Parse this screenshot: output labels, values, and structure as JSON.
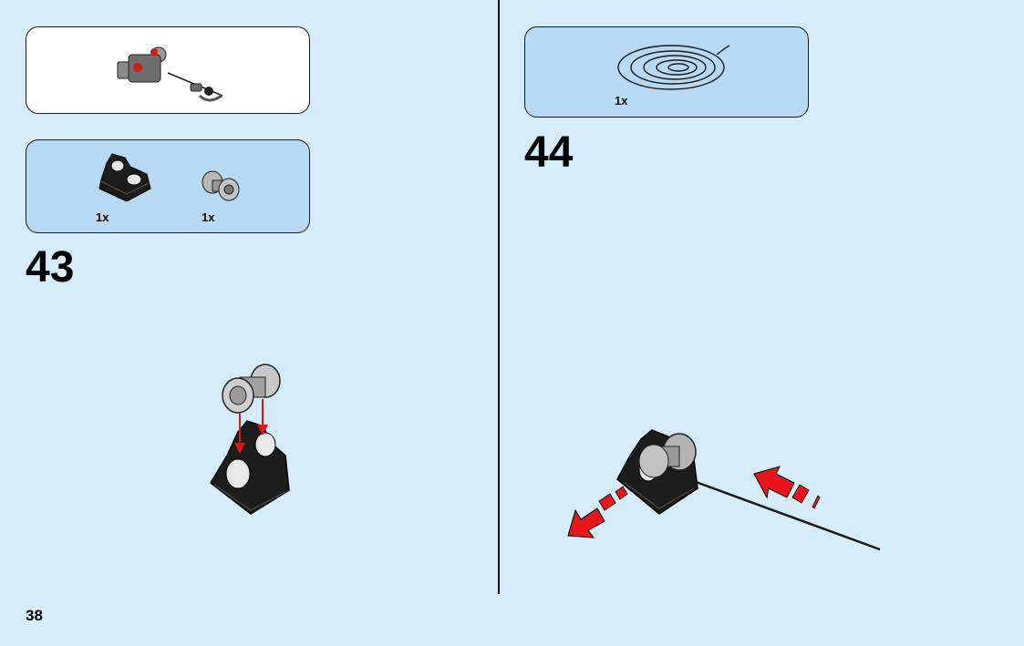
{
  "page": {
    "number": "38"
  },
  "left": {
    "subassembly_callout": {
      "icon": "spool-assembly-thumbnail"
    },
    "parts_list": {
      "items": [
        {
          "icon": "black-pin-bracket-part",
          "qty": "1x"
        },
        {
          "icon": "gray-spool-part",
          "qty": "1x"
        }
      ]
    },
    "step": {
      "number": "43"
    }
  },
  "right": {
    "parts_list": {
      "items": [
        {
          "icon": "black-string-coil-part",
          "qty": "1x"
        }
      ]
    },
    "step": {
      "number": "44"
    }
  },
  "colors": {
    "background": "#d6ecfa",
    "parts_panel": "#b8d9f3",
    "callout_panel": "#ffffff",
    "arrow_red": "#e8161b",
    "part_black": "#1c1c1c",
    "part_gray": "#a8a8a8"
  }
}
